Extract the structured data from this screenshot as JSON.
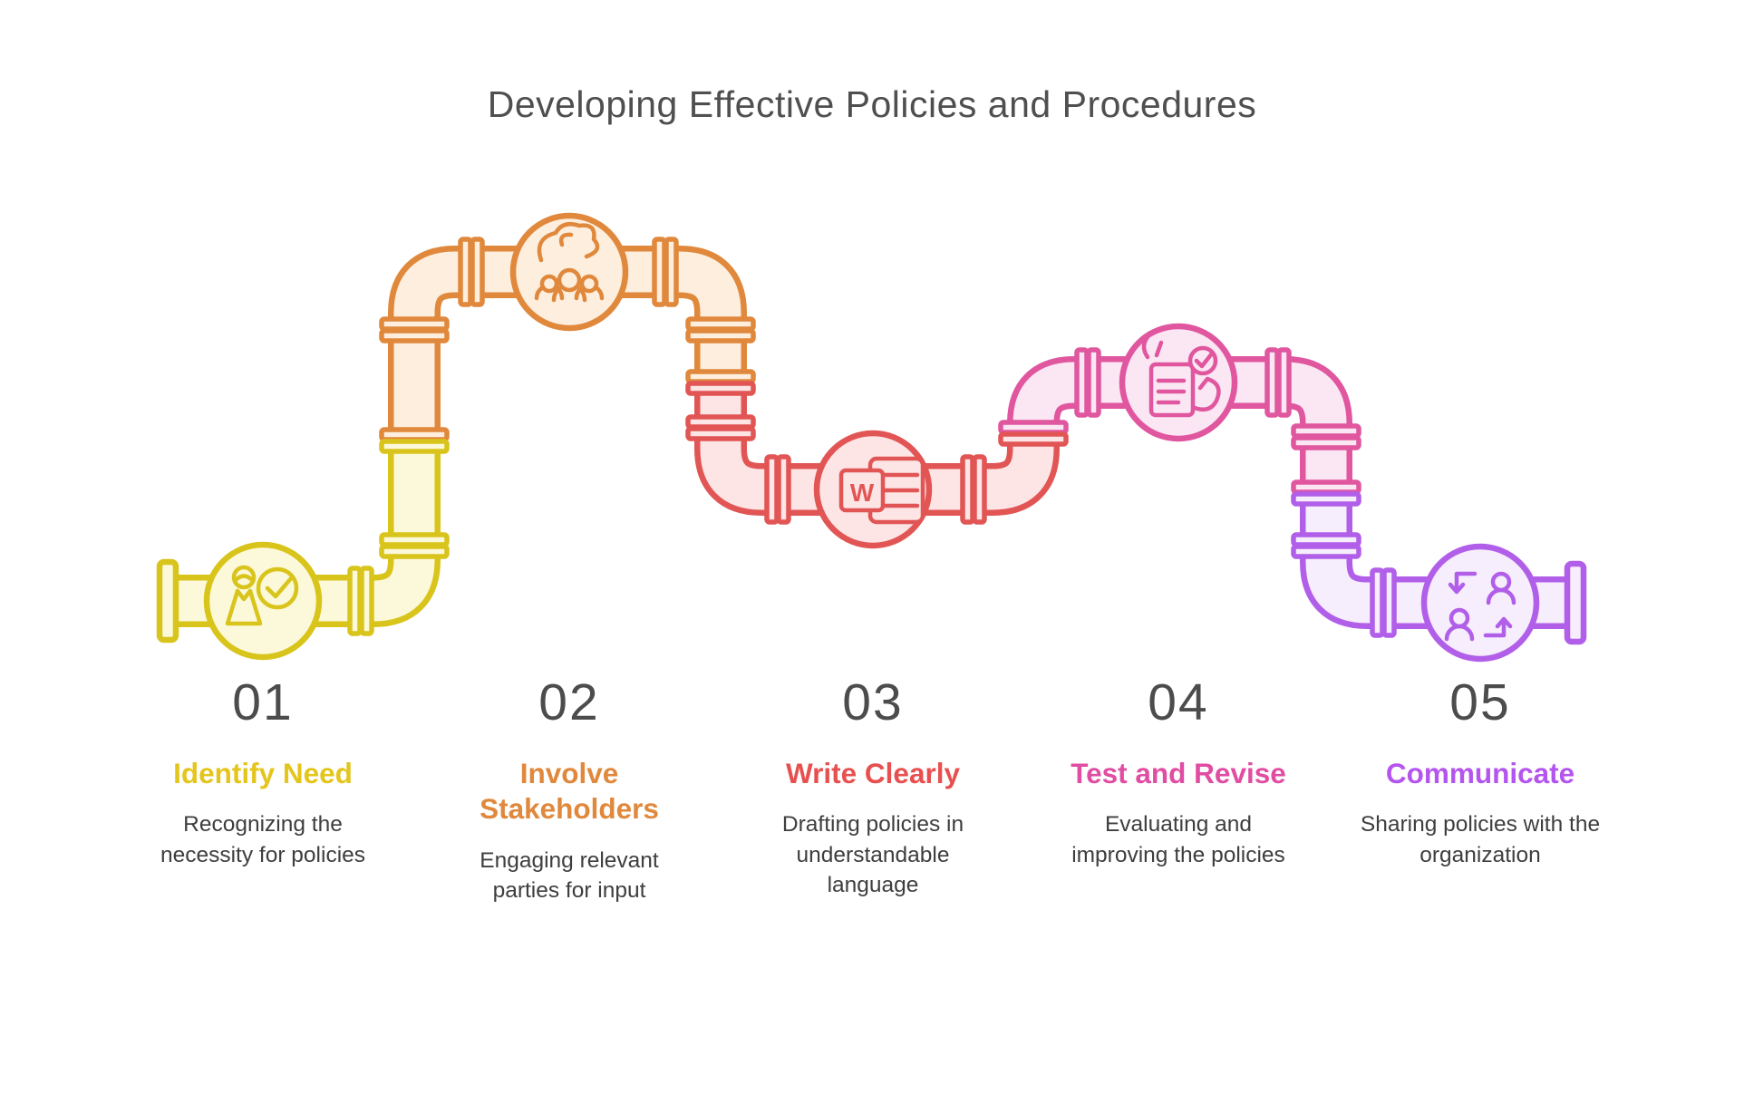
{
  "page_title": "Developing Effective Policies and Procedures",
  "colors": {
    "heading": "#4f4f4f",
    "number": "#4c4c4c",
    "description": "#3e3e3e"
  },
  "steps": [
    {
      "number": "01",
      "title": "Identify Need",
      "description": "Recognizing the necessity for policies",
      "icon": "person-check-icon",
      "pipe_color": "#d9c41c",
      "pipe_fill": "#fcf9da",
      "title_color": "#e4c51c"
    },
    {
      "number": "02",
      "title": "Involve Stakeholders",
      "description": "Engaging relevant parties for input",
      "icon": "hand-over-team-icon",
      "pipe_color": "#e0883c",
      "pipe_fill": "#fdeedd",
      "title_color": "#e0883c"
    },
    {
      "number": "03",
      "title": "Write Clearly",
      "description": "Drafting policies in understandable language",
      "icon": "word-document-icon",
      "icon_letter": "W",
      "pipe_color": "#e25555",
      "pipe_fill": "#fde5e5",
      "title_color": "#e85050"
    },
    {
      "number": "04",
      "title": "Test and Revise",
      "description": "Evaluating and improving the policies",
      "icon": "document-review-icon",
      "pipe_color": "#e0569f",
      "pipe_fill": "#fbe6f3",
      "title_color": "#e04da2"
    },
    {
      "number": "05",
      "title": "Communicate",
      "description": "Sharing policies with the organization",
      "icon": "people-exchange-icon",
      "pipe_color": "#b15fe8",
      "pipe_fill": "#f6edfd",
      "title_color": "#b455ee"
    }
  ]
}
